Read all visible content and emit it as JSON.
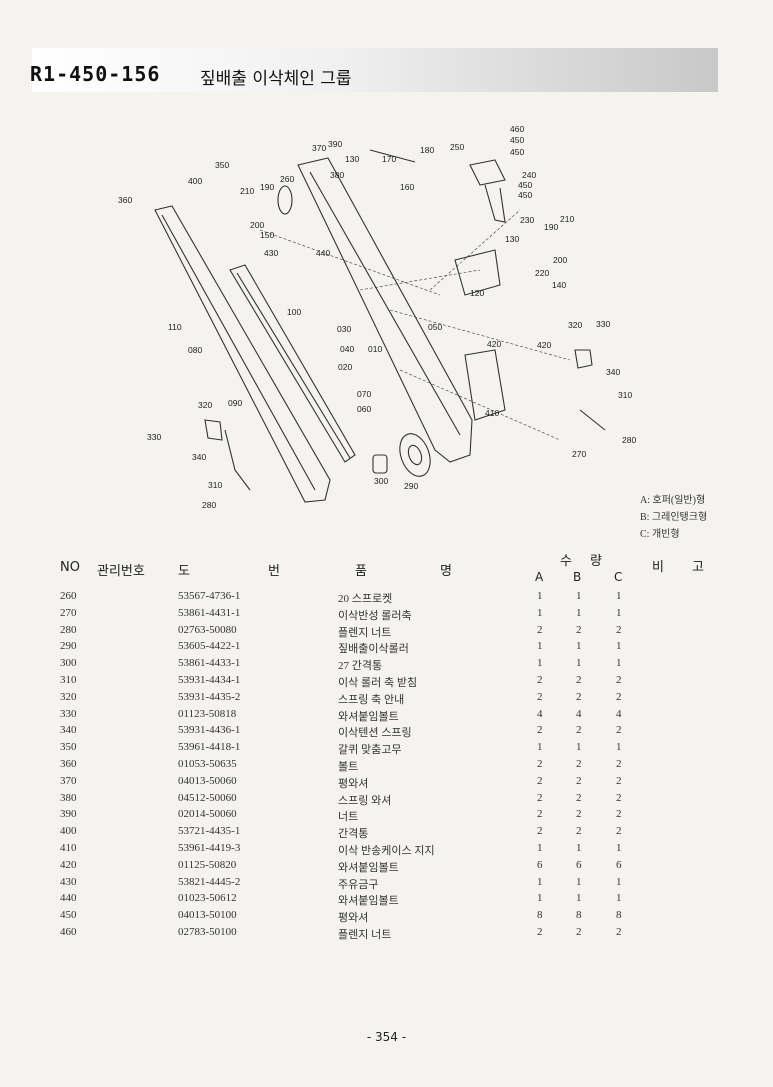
{
  "header": {
    "code": "R1-450-156",
    "title": "짚배출 이삭체인 그룹"
  },
  "legend": [
    "A: 호퍼(일반)형",
    "B: 그레인탱크형",
    "C: 개빈형"
  ],
  "table": {
    "col_no": "NO",
    "col_code": "관리번호",
    "col_drawing_1": "도",
    "col_drawing_2": "번",
    "col_name_1": "품",
    "col_name_2": "명",
    "col_qty_1": "수",
    "col_qty_2": "량",
    "col_a": "A",
    "col_b": "B",
    "col_c": "C",
    "col_remark_1": "비",
    "col_remark_2": "고",
    "rows": [
      {
        "no": "260",
        "code": "53567-4736-1",
        "name": "20 스프로켓",
        "a": "1",
        "b": "1",
        "c": "1"
      },
      {
        "no": "270",
        "code": "53861-4431-1",
        "name": "이삭반성 롤러축",
        "a": "1",
        "b": "1",
        "c": "1"
      },
      {
        "no": "280",
        "code": "02763-50080",
        "name": "플렌지 너트",
        "a": "2",
        "b": "2",
        "c": "2"
      },
      {
        "no": "290",
        "code": "53605-4422-1",
        "name": "짚배출이삭롤러",
        "a": "1",
        "b": "1",
        "c": "1"
      },
      {
        "no": "300",
        "code": "53861-4433-1",
        "name": "27 간격통",
        "a": "1",
        "b": "1",
        "c": "1"
      },
      {
        "no": "310",
        "code": "53931-4434-1",
        "name": "이삭 롤러 축 받침",
        "a": "2",
        "b": "2",
        "c": "2"
      },
      {
        "no": "320",
        "code": "53931-4435-2",
        "name": "스프링 축 안내",
        "a": "2",
        "b": "2",
        "c": "2"
      },
      {
        "no": "330",
        "code": "01123-50818",
        "name": "와셔붙임볼트",
        "a": "4",
        "b": "4",
        "c": "4"
      },
      {
        "no": "340",
        "code": "53931-4436-1",
        "name": "이삭텐션 스프링",
        "a": "2",
        "b": "2",
        "c": "2"
      },
      {
        "no": "350",
        "code": "53961-4418-1",
        "name": "갈퀴 맞춤고무",
        "a": "1",
        "b": "1",
        "c": "1"
      },
      {
        "no": "360",
        "code": "01053-50635",
        "name": "볼트",
        "a": "2",
        "b": "2",
        "c": "2"
      },
      {
        "no": "370",
        "code": "04013-50060",
        "name": "평와셔",
        "a": "2",
        "b": "2",
        "c": "2"
      },
      {
        "no": "380",
        "code": "04512-50060",
        "name": "스프링 와셔",
        "a": "2",
        "b": "2",
        "c": "2"
      },
      {
        "no": "390",
        "code": "02014-50060",
        "name": "너트",
        "a": "2",
        "b": "2",
        "c": "2"
      },
      {
        "no": "400",
        "code": "53721-4435-1",
        "name": "간격통",
        "a": "2",
        "b": "2",
        "c": "2"
      },
      {
        "no": "410",
        "code": "53961-4419-3",
        "name": "이삭 반송케이스 지지",
        "a": "1",
        "b": "1",
        "c": "1"
      },
      {
        "no": "420",
        "code": "01125-50820",
        "name": "와셔붙임볼트",
        "a": "6",
        "b": "6",
        "c": "6"
      },
      {
        "no": "430",
        "code": "53821-4445-2",
        "name": "주유금구",
        "a": "1",
        "b": "1",
        "c": "1"
      },
      {
        "no": "440",
        "code": "01023-50612",
        "name": "와셔붙임볼트",
        "a": "1",
        "b": "1",
        "c": "1"
      },
      {
        "no": "450",
        "code": "04013-50100",
        "name": "평와셔",
        "a": "8",
        "b": "8",
        "c": "8"
      },
      {
        "no": "460",
        "code": "02783-50100",
        "name": "플렌지 너트",
        "a": "2",
        "b": "2",
        "c": "2"
      }
    ]
  },
  "diagram_labels": [
    "460",
    "450",
    "450",
    "250",
    "240",
    "450",
    "450",
    "230",
    "210",
    "190",
    "130",
    "200",
    "220",
    "140",
    "120",
    "370",
    "390",
    "180",
    "130",
    "170",
    "380",
    "160",
    "350",
    "400",
    "210",
    "190",
    "260",
    "360",
    "200",
    "150",
    "430",
    "440",
    "100",
    "030",
    "040",
    "010",
    "020",
    "050",
    "110",
    "080",
    "320",
    "330",
    "420",
    "420",
    "340",
    "310",
    "280",
    "270",
    "410",
    "070",
    "060",
    "320",
    "090",
    "330",
    "340",
    "310",
    "280",
    "300",
    "290"
  ],
  "page_number": "- 354 -"
}
